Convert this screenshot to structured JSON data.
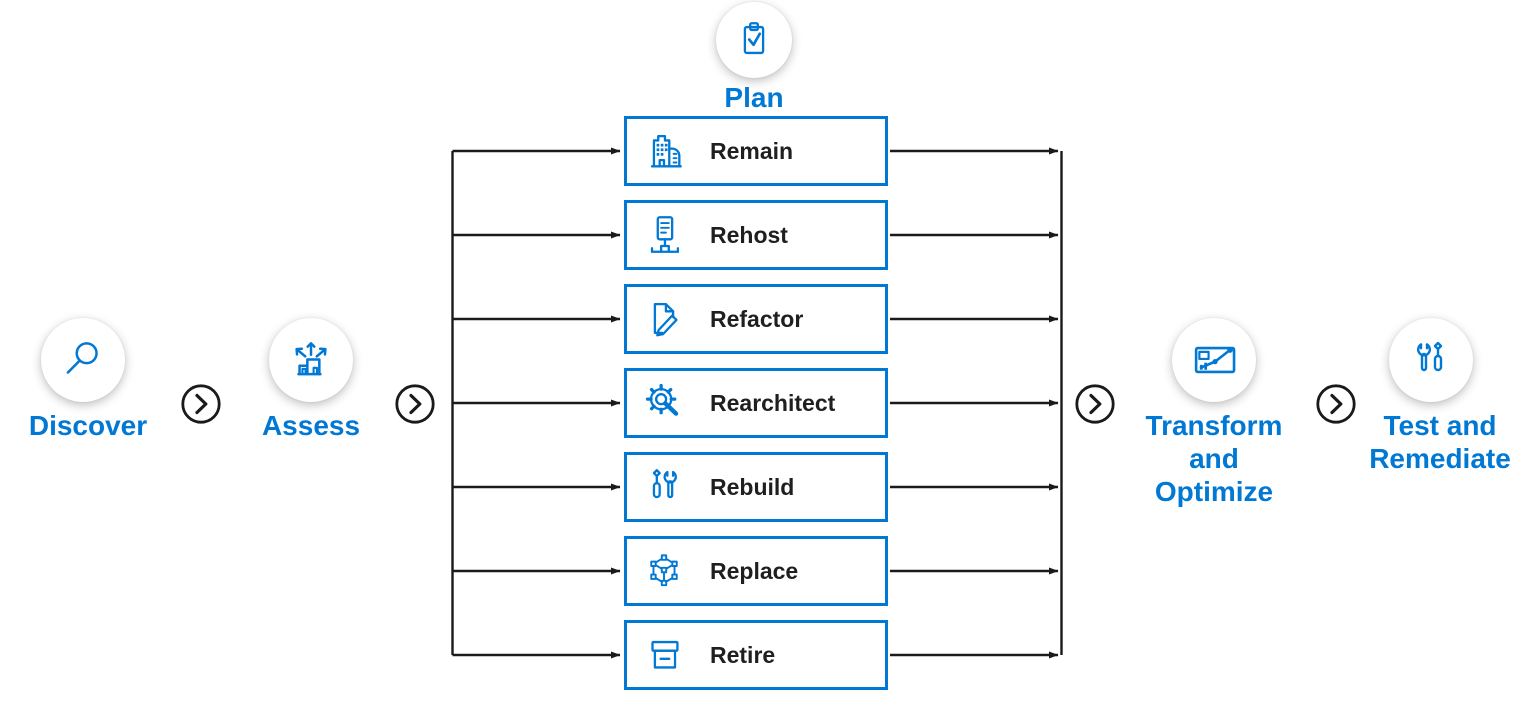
{
  "colors": {
    "accent_blue": "#0078D4",
    "connector_black": "#1A1A1A",
    "box_text": "#1F1F1F",
    "background": "#FFFFFF"
  },
  "stages": {
    "discover": {
      "label": "Discover",
      "icon": "search-icon"
    },
    "assess": {
      "label": "Assess",
      "icon": "buildings-arrows-icon"
    },
    "plan": {
      "label": "Plan",
      "icon": "clipboard-check-icon",
      "options": [
        {
          "label": "Remain",
          "icon": "building-icon"
        },
        {
          "label": "Rehost",
          "icon": "server-network-icon"
        },
        {
          "label": "Refactor",
          "icon": "document-edit-icon"
        },
        {
          "label": "Rearchitect",
          "icon": "gear-magnifier-icon"
        },
        {
          "label": "Rebuild",
          "icon": "screwdriver-wrench-icon"
        },
        {
          "label": "Replace",
          "icon": "cube-nodes-icon"
        },
        {
          "label": "Retire",
          "icon": "archive-box-icon"
        }
      ]
    },
    "transform": {
      "label": "Transform and Optimize",
      "icon": "chart-trend-icon"
    },
    "test": {
      "label": "Test and Remediate",
      "icon": "wrench-screwdriver-icon"
    }
  },
  "separators": {
    "chevron": "chevron-right-circle-icon",
    "count": 4
  }
}
